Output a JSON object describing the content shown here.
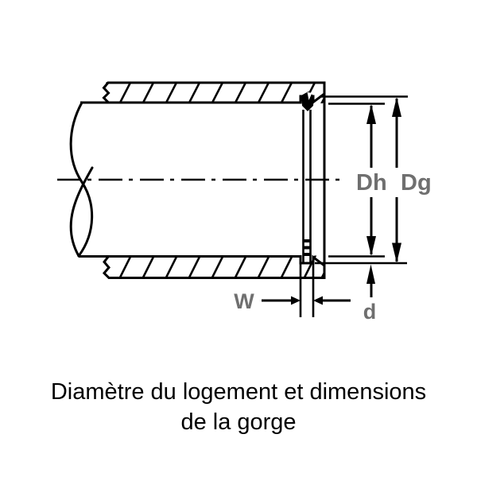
{
  "figure": {
    "type": "technical-diagram",
    "subject": "housing bore and retaining-ring groove cross-section",
    "caption": {
      "line1": "Diamètre du logement et dimensions",
      "line2": "de la gorge"
    },
    "dimension_labels": {
      "housing_bore_diameter": "Dh",
      "groove_diameter": "Dg",
      "groove_width": "W",
      "groove_depth": "d"
    },
    "colors": {
      "drawing_line": "#000000",
      "dimension_label_gray": "#6f6f6f",
      "background": "#ffffff"
    }
  }
}
